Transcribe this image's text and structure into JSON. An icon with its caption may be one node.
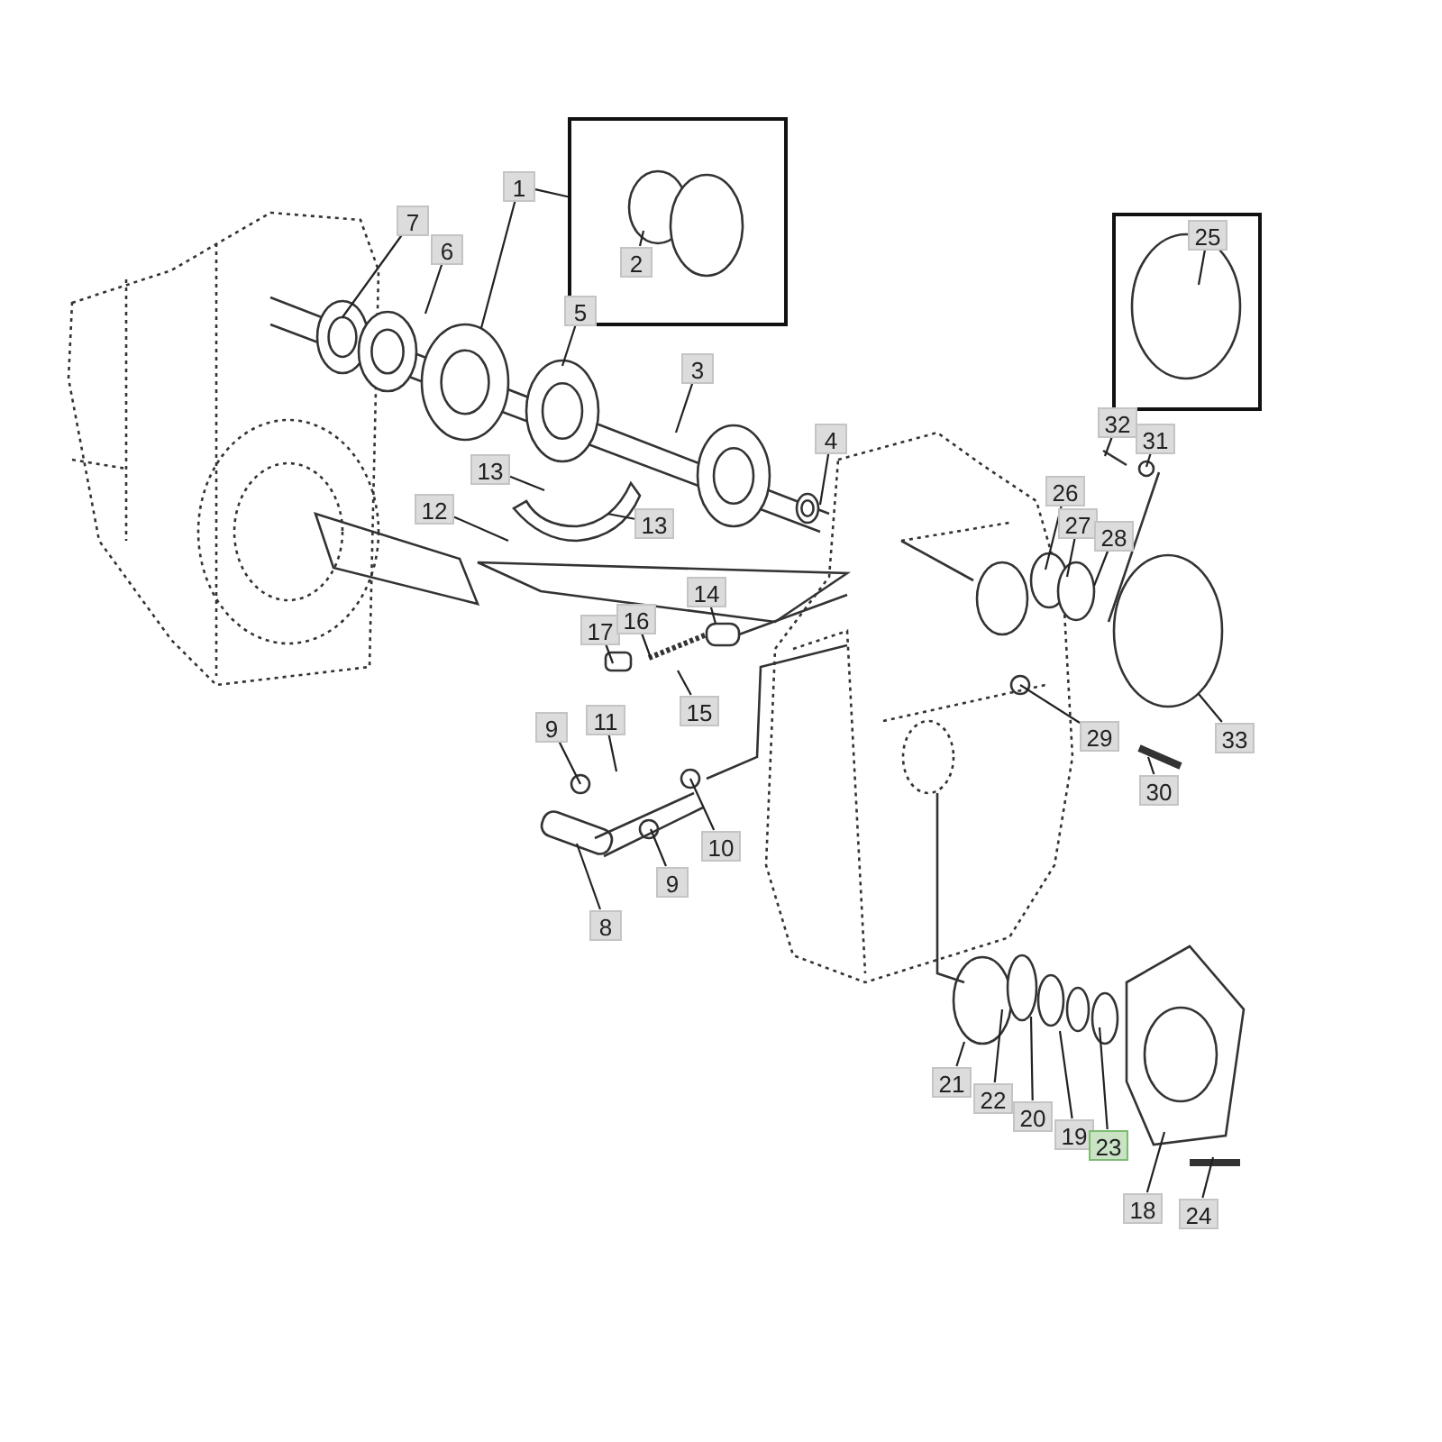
{
  "diagram": {
    "nodes": [
      {
        "text": [],
        "shape": "box"
      },
      {
        "text": [
          "1"
        ]
      },
      {
        "text": [
          "2"
        ],
        "in": 0
      },
      {
        "text": [
          "7"
        ]
      },
      {
        "text": [
          "6"
        ]
      },
      {
        "text": [],
        "shape": "box"
      },
      {
        "text": [
          "25"
        ],
        "in": 5
      },
      {
        "text": [
          "5"
        ]
      },
      {
        "text": [
          "3"
        ]
      },
      {
        "text": [
          "32"
        ]
      },
      {
        "text": [
          "31"
        ]
      },
      {
        "text": [
          "4"
        ]
      },
      {
        "text": [
          "13"
        ]
      },
      {
        "text": [
          "26"
        ]
      },
      {
        "text": [
          "12"
        ]
      },
      {
        "text": [
          "13"
        ]
      },
      {
        "text": [
          "27"
        ]
      },
      {
        "text": [
          "28"
        ]
      },
      {
        "text": [
          "14"
        ]
      },
      {
        "text": [
          "17"
        ]
      },
      {
        "text": [
          "16"
        ]
      },
      {
        "text": [
          "15"
        ]
      },
      {
        "text": [
          "9"
        ]
      },
      {
        "text": [
          "11"
        ]
      },
      {
        "text": [
          "33"
        ]
      },
      {
        "text": [
          "29"
        ]
      },
      {
        "text": [
          "30"
        ]
      },
      {
        "text": [
          "10"
        ]
      },
      {
        "text": [
          "9"
        ]
      },
      {
        "text": [
          "8"
        ]
      },
      {
        "text": [
          "21"
        ]
      },
      {
        "text": [
          "22"
        ]
      },
      {
        "text": [
          "20"
        ]
      },
      {
        "text": [
          "19"
        ]
      },
      {
        "text": [
          "23"
        ]
      },
      {
        "text": [
          "18"
        ]
      },
      {
        "text": [
          "24"
        ]
      }
    ],
    "edges": [
      {
        "from": 1,
        "to": 0,
        "arrow": "none"
      },
      {
        "from": 1,
        "to": null,
        "arrow": "none"
      },
      {
        "from": 2,
        "to": null,
        "arrow": "none"
      },
      {
        "from": 3,
        "to": null,
        "arrow": "none"
      },
      {
        "from": 4,
        "to": null,
        "arrow": "none"
      },
      {
        "from": 6,
        "to": null,
        "arrow": "none"
      },
      {
        "from": 7,
        "to": null,
        "arrow": "none"
      },
      {
        "from": 8,
        "to": null,
        "arrow": "none"
      },
      {
        "from": 9,
        "to": null,
        "arrow": "none"
      },
      {
        "from": 10,
        "to": null,
        "arrow": "none"
      },
      {
        "from": 11,
        "to": null,
        "arrow": "none"
      },
      {
        "from": 12,
        "to": null,
        "arrow": "none"
      },
      {
        "from": 13,
        "to": null,
        "arrow": "none"
      },
      {
        "from": 14,
        "to": null,
        "arrow": "none"
      },
      {
        "from": 15,
        "to": null,
        "arrow": "none"
      },
      {
        "from": 16,
        "to": null,
        "arrow": "none"
      },
      {
        "from": 17,
        "to": null,
        "arrow": "none"
      },
      {
        "from": 18,
        "to": null,
        "arrow": "none"
      },
      {
        "from": 19,
        "to": null,
        "arrow": "none"
      },
      {
        "from": 20,
        "to": null,
        "arrow": "none"
      },
      {
        "from": 21,
        "to": null,
        "arrow": "none"
      },
      {
        "from": 22,
        "to": null,
        "arrow": "none"
      },
      {
        "from": 23,
        "to": null,
        "arrow": "none"
      },
      {
        "from": 24,
        "to": null,
        "arrow": "none"
      },
      {
        "from": 25,
        "to": null,
        "arrow": "none"
      },
      {
        "from": 26,
        "to": null,
        "arrow": "none"
      },
      {
        "from": 27,
        "to": null,
        "arrow": "none"
      },
      {
        "from": 28,
        "to": null,
        "arrow": "none"
      },
      {
        "from": 29,
        "to": null,
        "arrow": "none"
      },
      {
        "from": 30,
        "to": null,
        "arrow": "none"
      },
      {
        "from": 31,
        "to": null,
        "arrow": "none"
      },
      {
        "from": 32,
        "to": null,
        "arrow": "none"
      },
      {
        "from": 33,
        "to": null,
        "arrow": "none"
      },
      {
        "from": 34,
        "to": null,
        "arrow": "none"
      },
      {
        "from": 35,
        "to": null,
        "arrow": "none"
      },
      {
        "from": 36,
        "to": null,
        "arrow": "none"
      }
    ]
  }
}
